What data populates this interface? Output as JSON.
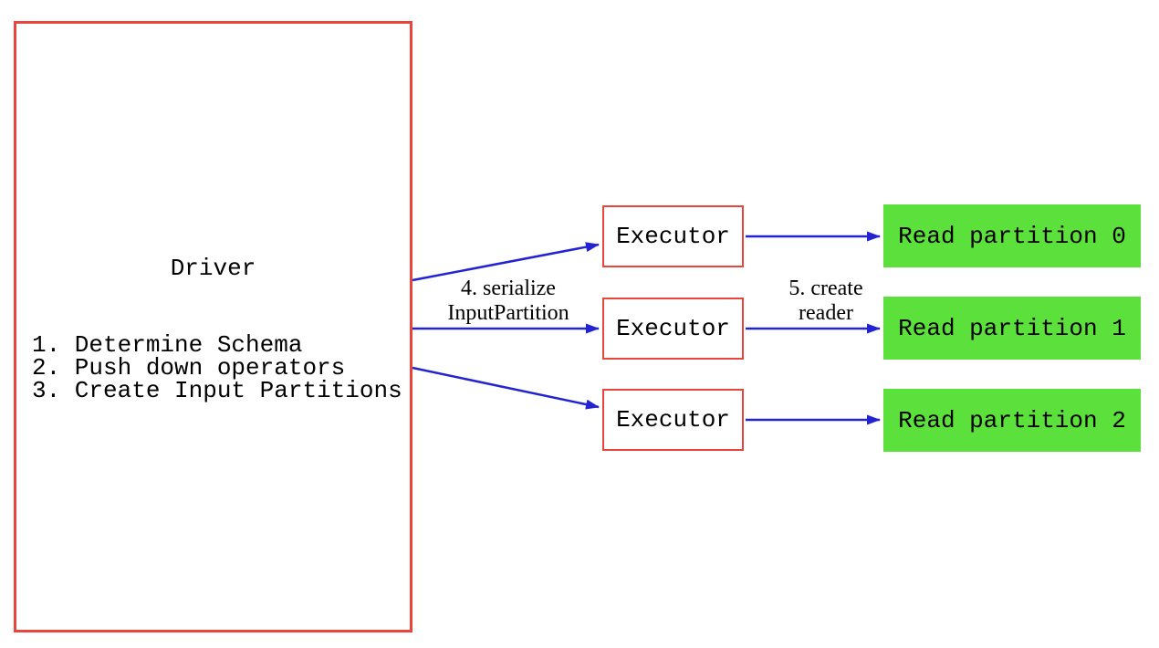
{
  "colors": {
    "box_border_red": "#e8463c",
    "arrow_blue": "#2323d2",
    "partition_green": "#5ce03c",
    "text_black": "#000000",
    "background": "#ffffff"
  },
  "driver": {
    "title": "Driver",
    "steps": [
      "1. Determine Schema",
      "2. Push down operators",
      "3. Create Input Partitions"
    ]
  },
  "executors": [
    {
      "label": "Executor"
    },
    {
      "label": "Executor"
    },
    {
      "label": "Executor"
    }
  ],
  "partitions": [
    {
      "label": "Read partition 0"
    },
    {
      "label": "Read partition 1"
    },
    {
      "label": "Read partition 2"
    }
  ],
  "arrow_labels": {
    "serialize": {
      "line1": "4. serialize",
      "line2": "InputPartition"
    },
    "create_reader": {
      "line1": "5. create",
      "line2": "reader"
    }
  }
}
